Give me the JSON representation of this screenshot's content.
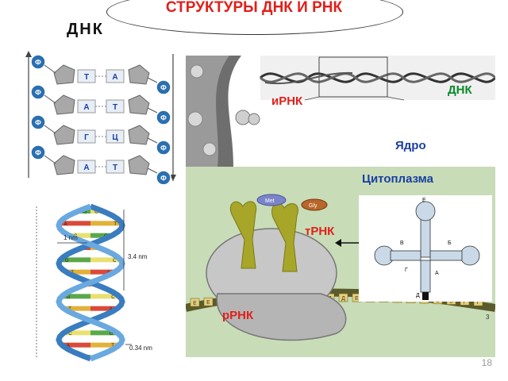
{
  "slide": {
    "title": "СТРУКТУРЫ  ДНК И РНК",
    "dnk_label": "ДНК",
    "page_number": "18"
  },
  "ladder": {
    "phosphate": "Ф",
    "pairs": [
      {
        "left": "Т",
        "right": "А"
      },
      {
        "left": "А",
        "right": "Т"
      },
      {
        "left": "Г",
        "right": "Ц"
      },
      {
        "left": "А",
        "right": "Т"
      }
    ]
  },
  "helix": {
    "nm_label": "1 nm",
    "pitch_label": "3.4 nm",
    "rise_label": "0.34 nm",
    "bases": [
      "G",
      "C",
      "A",
      "T",
      "C",
      "G",
      "A",
      "T",
      "G",
      "C",
      "T",
      "A",
      "A",
      "T",
      "G",
      "C",
      "T",
      "A",
      "A",
      "T",
      "C",
      "G",
      "A",
      "T",
      "G",
      "C"
    ]
  },
  "cell": {
    "mrna_label": "иРНК",
    "dna_label": "ДНК",
    "nucleus_label": "Ядро",
    "cytoplasm_label": "Цитоплазма",
    "trna_label": "тРНК",
    "rrna_label": "рРНК",
    "met_label": "Met",
    "gly_label": "Gly",
    "trna_letters": [
      "Е",
      "В",
      "Б",
      "Г",
      "А",
      "Д"
    ],
    "mrna_codons": [
      "Е",
      "Е",
      "В",
      "В",
      "Б",
      "Б",
      "А",
      "А",
      "Г",
      "Г",
      "Д",
      "Д",
      "Е",
      "Е",
      "В",
      "В",
      "А",
      "А",
      "Б",
      "Б",
      "Г",
      "Г"
    ],
    "strand_number": "3"
  },
  "colors": {
    "title_red": "#e0201a",
    "label_red": "#e0201a",
    "label_green": "#0a8a2a",
    "label_blue": "#1a3fa0",
    "cytoplasm_bg": "#c8dcb8",
    "ribosome": "#c7c7c7",
    "trna_olive": "#a8a628"
  }
}
